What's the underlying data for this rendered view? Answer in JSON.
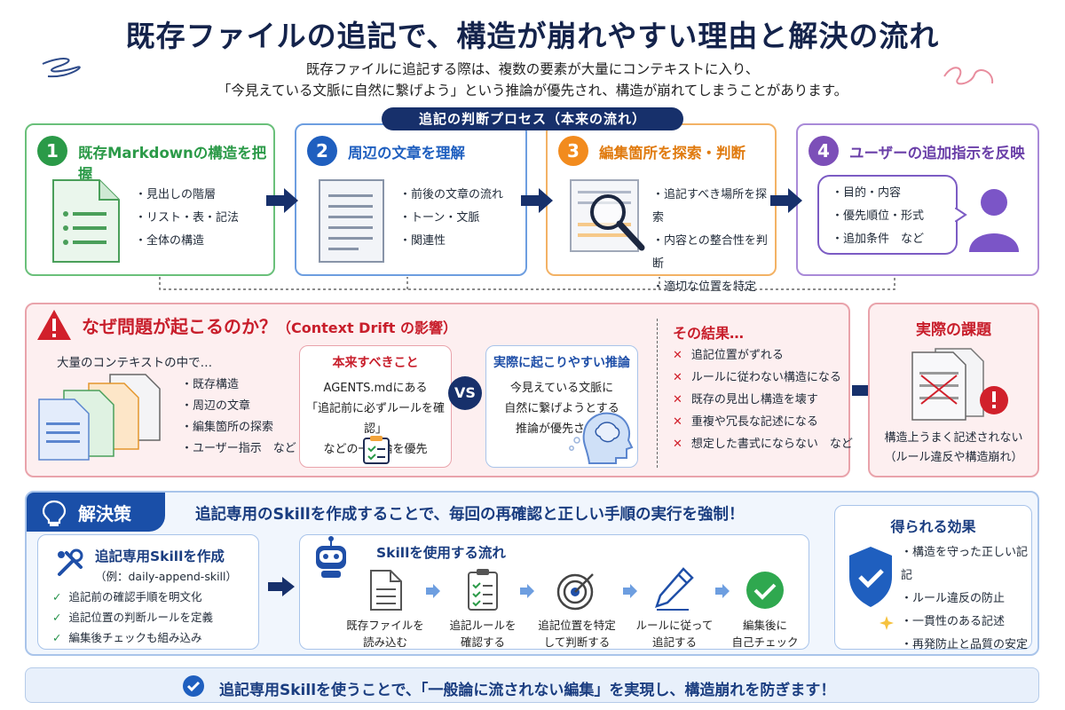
{
  "title": "既存ファイルの追記で、構造が崩れやすい理由と解決の流れ",
  "subtitle_lines": [
    "既存ファイルに追記する際は、複数の要素が大量にコンテキストに入り、",
    "「今見えている文脈に自然に繋げよう」という推論が優先され、構造が崩れてしまうことがあります。"
  ],
  "process": {
    "banner": "追記の判断プロセス（本来の流れ）",
    "steps": [
      {
        "num": "1",
        "title": "既存Markdownの構造を把握",
        "color": "#2b9a48",
        "bullets": [
          "・見出しの階層",
          "・リスト・表・記法",
          "・全体の構造"
        ]
      },
      {
        "num": "2",
        "title": "周辺の文章を理解",
        "color": "#1f5fbf",
        "bullets": [
          "・前後の文章の流れ",
          "・トーン・文脈",
          "・関連性"
        ]
      },
      {
        "num": "3",
        "title": "編集箇所を探索・判断",
        "color": "#f28b1e",
        "bullets": [
          "・追記すべき場所を探索",
          "・内容との整合性を判断",
          "・適切な位置を特定"
        ]
      },
      {
        "num": "4",
        "title": "ユーザーの追加指示を反映",
        "color": "#7c4fb8",
        "bullets": [
          "・目的・内容",
          "・優先順位・形式",
          "・追加条件　など"
        ]
      }
    ]
  },
  "problem": {
    "title": "なぜ問題が起こるのか？",
    "title_sub": "（Context Drift の影響）",
    "context_label": "大量のコンテキストの中で…",
    "context_items": [
      "・既存構造",
      "・周辺の文章",
      "・編集箇所の探索",
      "・ユーザー指示　など"
    ],
    "should": {
      "head": "本来すべきこと",
      "lines": [
        "AGENTS.mdにある",
        "「追記前に必ずルールを確認」",
        "などの一般論を優先"
      ]
    },
    "vs": "VS",
    "actual": {
      "head": "実際に起こりやすい推論",
      "lines": [
        "今見えている文脈に",
        "自然に繋げようとする",
        "推論が優先される"
      ]
    },
    "result_title": "その結果…",
    "results": [
      "追記位置がずれる",
      "ルールに従わない構造になる",
      "既存の見出し構造を壊す",
      "重複や冗長な記述になる",
      "想定した書式にならない　など"
    ],
    "issue_title": "実際の課題",
    "issue_lines": [
      "構造上うまく記述されない",
      "（ルール違反や構造崩れ）"
    ]
  },
  "solution": {
    "tag": "解決策",
    "headline": "追記専用のSkillを作成することで、毎回の再確認と正しい手順の実行を強制！",
    "create": {
      "title": "追記専用Skillを作成",
      "example": "（例：daily-append-skill）",
      "items": [
        "追記前の確認手順を明文化",
        "追記位置の判断ルールを定義",
        "編集後チェックも組み込み"
      ]
    },
    "flow_title": "Skillを使用する流れ",
    "flow": [
      {
        "icon": "document-icon",
        "lines": [
          "既存ファイルを",
          "読み込む"
        ]
      },
      {
        "icon": "checklist-icon",
        "lines": [
          "追記ルールを",
          "確認する"
        ]
      },
      {
        "icon": "target-icon",
        "lines": [
          "追記位置を特定",
          "して判断する"
        ]
      },
      {
        "icon": "pencil-icon",
        "lines": [
          "ルールに従って",
          "追記する"
        ]
      },
      {
        "icon": "check-circle-icon",
        "lines": [
          "編集後に",
          "自己チェック"
        ]
      }
    ],
    "effects_title": "得られる効果",
    "effects": [
      "・構造を守った正しい記記",
      "・ルール違反の防止",
      "・一貫性のある記述",
      "・再発防止と品質の安定"
    ]
  },
  "bottom": "追記専用Skillを使うことで、「一般論に流されない編集」を実現し、構造崩れを防ぎます！"
}
